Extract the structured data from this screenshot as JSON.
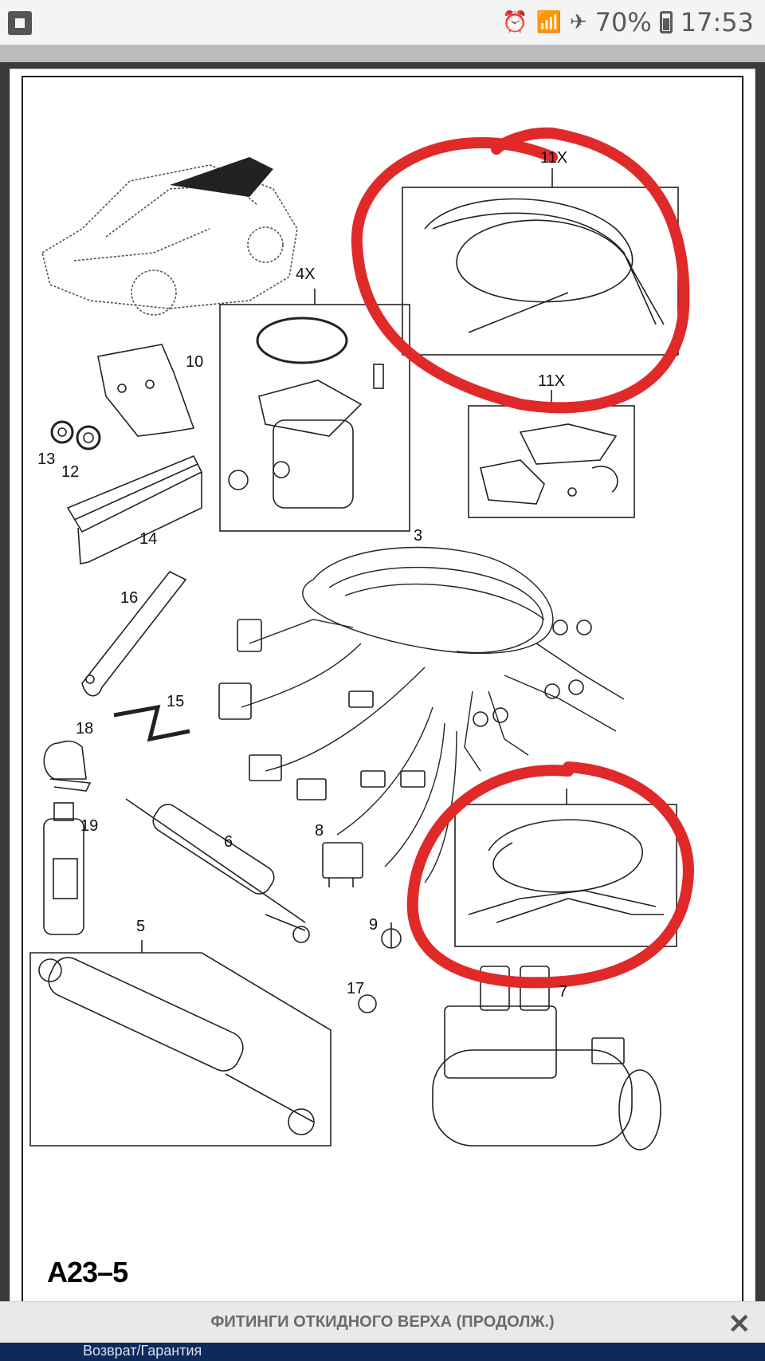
{
  "status_bar": {
    "icons": [
      "app-notification-icon",
      "alarm-icon",
      "wifi-icon",
      "airplane-icon",
      "battery-icon"
    ],
    "battery": "70%",
    "time": "17:53"
  },
  "diagram": {
    "code": "A23–5",
    "callouts": {
      "c4x": "4X",
      "c11x_top": "11X",
      "c11x": "11X",
      "c10": "10",
      "c13": "13",
      "c12": "12",
      "c14": "14",
      "c3": "3",
      "c16": "16",
      "c15": "15",
      "c18": "18",
      "c19": "19",
      "c6": "6",
      "c8": "8",
      "c5": "5",
      "c9": "9",
      "c17": "17",
      "c7": "7"
    },
    "annotation_color": "#e02a2a"
  },
  "caption": {
    "title": "ФИТИНГИ ОТКИДНОГО ВЕРХА (ПРОДОЛЖ.)",
    "close_glyph": "✕"
  },
  "background_app": {
    "partial_text": "Возврат/Гарантия"
  }
}
